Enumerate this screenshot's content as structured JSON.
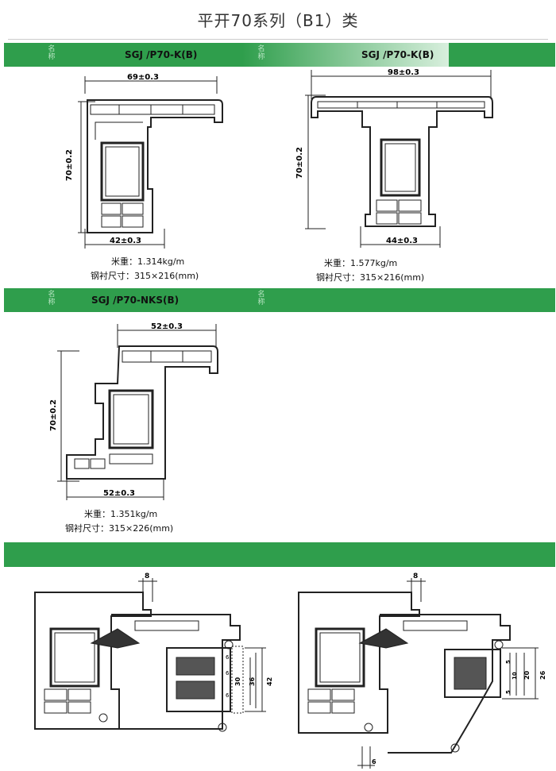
{
  "page": {
    "title": "平开70系列（B1）类",
    "name_label": "名称",
    "accent": "#2f9e4c"
  },
  "profiles": [
    {
      "model": "SGJ /P70-K(B)",
      "width_dim": "69±0.3",
      "height_dim": "70±0.2",
      "base_dim": "42±0.3",
      "weight_label": "米重：",
      "weight": "1.314kg/m",
      "steel_label": "钢衬尺寸：",
      "steel": "315×216(mm)"
    },
    {
      "model": "SGJ /P70-K(B)",
      "width_dim": "98±0.3",
      "height_dim": "70±0.2",
      "base_dim": "44±0.3",
      "weight_label": "米重：",
      "weight": "1.577kg/m",
      "steel_label": "钢衬尺寸：",
      "steel": "315×216(mm)"
    },
    {
      "model": "SGJ /P70-NKS(B)",
      "width_dim": "52±0.3",
      "height_dim": "70±0.2",
      "base_dim": "52±0.3",
      "weight_label": "米重：",
      "weight": "1.351kg/m",
      "steel_label": "钢衬尺寸：",
      "steel": "315×226(mm)"
    }
  ],
  "assembly": {
    "left": {
      "top_dim": "8",
      "dims": [
        "30",
        "36",
        "42",
        "6",
        "6",
        "6"
      ]
    },
    "right": {
      "top_dim": "8",
      "bottom_dim": "6",
      "dims": [
        "5",
        "10",
        "5",
        "20",
        "26"
      ]
    }
  }
}
